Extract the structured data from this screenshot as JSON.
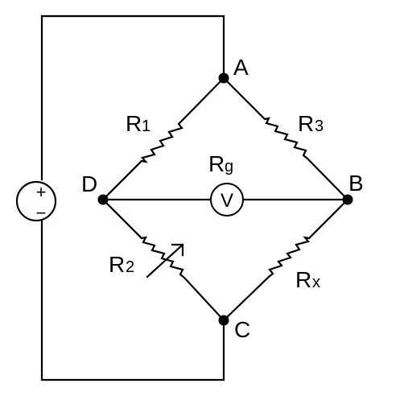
{
  "nodes": {
    "a": "A",
    "b": "B",
    "c": "C",
    "d": "D"
  },
  "resistors": {
    "r1": {
      "main": "R",
      "sub": "1"
    },
    "r2": {
      "main": "R",
      "sub": "2"
    },
    "r3": {
      "main": "R",
      "sub": "3"
    },
    "rx": {
      "main": "R",
      "sub": "x"
    },
    "rg": {
      "main": "R",
      "sub": "g"
    }
  },
  "source": {
    "plus": "+",
    "minus": "−"
  },
  "meter": {
    "symbol": "V"
  }
}
